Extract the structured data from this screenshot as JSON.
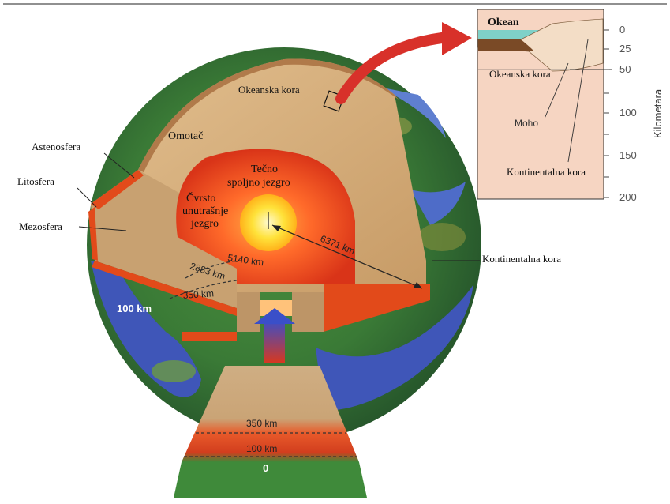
{
  "labels": {
    "ocean": "Okean",
    "oceanic_crust_inset": "Okeanska kora",
    "moho": "Moho",
    "continental_crust_inset": "Kontinentalna kora",
    "kilometers_axis": "Kilometara",
    "oceanic_crust_globe": "Okeanska kora",
    "mantle": "Omotač",
    "asthenosphere": "Astenosfera",
    "lithosphere": "Litosfera",
    "mesosphere": "Mezosfera",
    "outer_core_line1": "Tečno",
    "outer_core_line2": "spoljno jezgro",
    "inner_core_line1": "Čvrsto",
    "inner_core_line2": "unutrašnje",
    "inner_core_line3": "jezgro",
    "continental_crust_globe": "Kontinentalna kora",
    "depth_5140": "5140 km",
    "depth_6371": "6371 km",
    "depth_2883": "2883 km",
    "depth_350": "350 km",
    "depth_100": "100 km",
    "wedge_350": "350 km",
    "wedge_100": "100 km",
    "wedge_0": "0"
  },
  "axis_ticks": [
    "0",
    "25",
    "50",
    "100",
    "150",
    "200"
  ],
  "colors": {
    "ocean_water": "#7fd1c8",
    "crust_tan": "#d9b68a",
    "mantle_tan": "#caa06c",
    "outer_core": "#ff5a2a",
    "inner_core": "#ffe23a",
    "asthenosphere_red": "#e24a1a",
    "ocean_blue": "#3f56b8",
    "land_green": "#3d8a3a",
    "arrow_red": "#d8312a",
    "inset_bg": "#f6d5c2"
  }
}
